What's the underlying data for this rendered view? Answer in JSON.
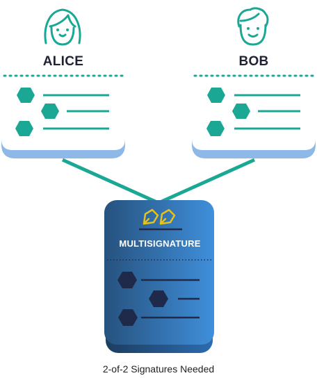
{
  "participants": [
    {
      "name": "ALICE",
      "avatar_icon": "woman-face-icon"
    },
    {
      "name": "BOB",
      "avatar_icon": "man-face-icon"
    }
  ],
  "wallet": {
    "title": "MULTISIGNATURE",
    "signature_icon": "pen-nib-icon"
  },
  "caption": "2-of-2 Signatures Needed",
  "colors": {
    "teal": "#1aa894",
    "card_shadow": "#8db8e8",
    "wallet_light": "#3f8fdb",
    "wallet_dark": "#26527e",
    "navy_hex": "#1f2a4a",
    "gold": "#e8c21a"
  }
}
